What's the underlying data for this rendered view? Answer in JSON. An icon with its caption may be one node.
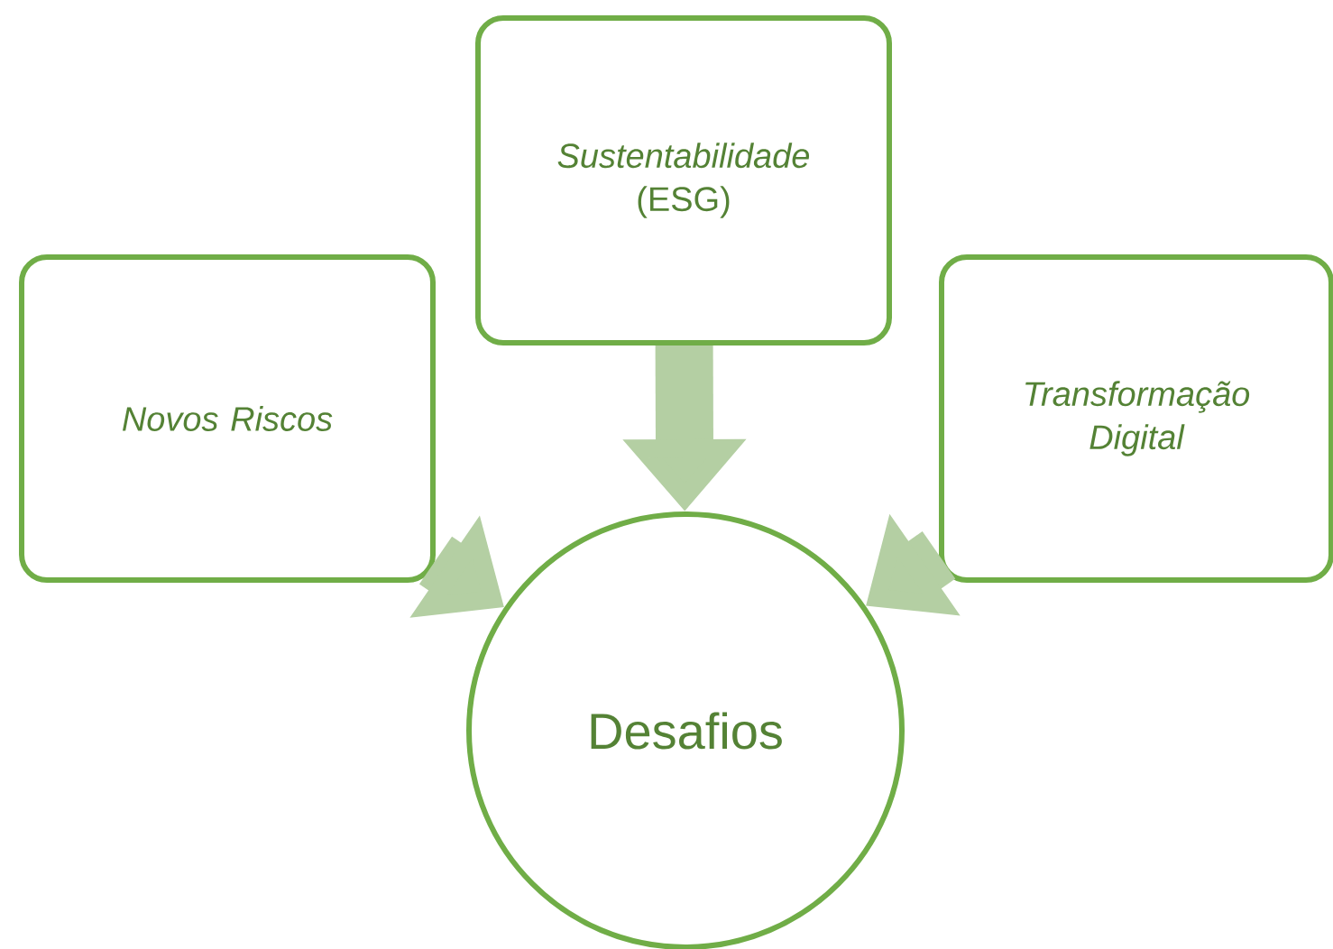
{
  "diagram": {
    "nodes": [
      {
        "text": [
          "Novos Riscos"
        ]
      },
      {
        "text": [
          "*Sustentabilidade* (ESG)"
        ]
      },
      {
        "text": [
          "Transformação Digital"
        ]
      },
      {
        "text": [
          "Desafios"
        ]
      }
    ],
    "edges": [
      {
        "from": 0,
        "to": 3,
        "arrow": "to"
      },
      {
        "from": 1,
        "to": 3,
        "arrow": "to"
      },
      {
        "from": 2,
        "to": 3,
        "arrow": "to"
      }
    ]
  }
}
